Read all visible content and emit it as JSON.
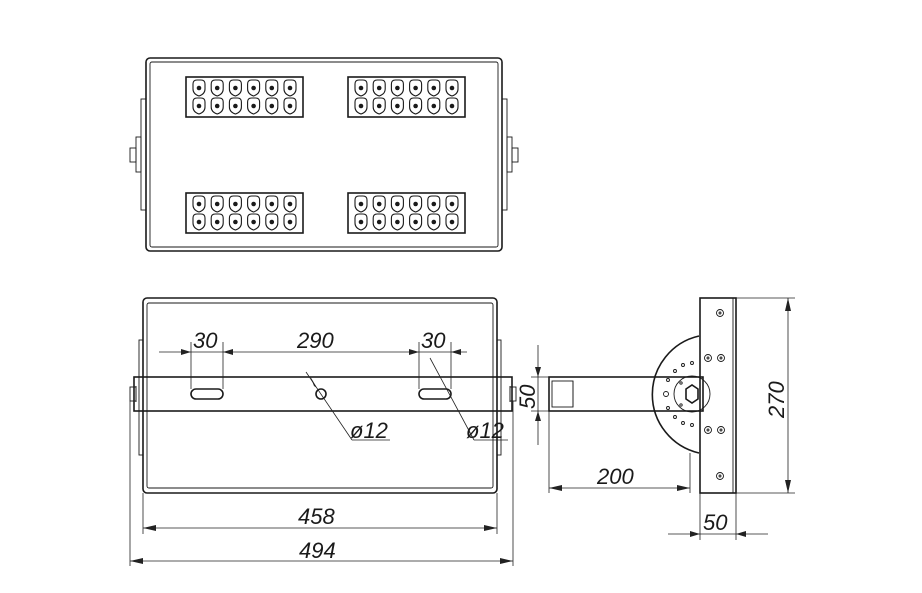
{
  "dimensions": {
    "slot_width_left": "30",
    "slot_spacing": "290",
    "slot_width_right": "30",
    "hole_dia_center": "ø12",
    "hole_dia_right": "ø12",
    "body_width": "458",
    "overall_width": "494",
    "bracket_height": "50",
    "side_depth": "200",
    "side_height": "270",
    "side_plate_width": "50"
  },
  "led_module": {
    "rows": 2,
    "cols": 6
  }
}
